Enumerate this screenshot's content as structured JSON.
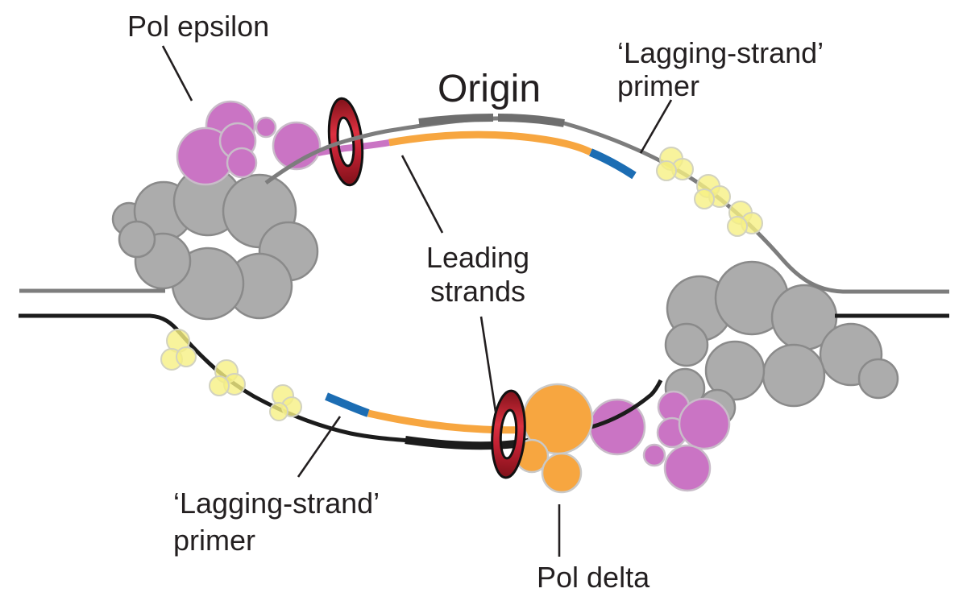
{
  "labels": {
    "pol_epsilon": "Pol epsilon",
    "origin": "Origin",
    "lagging_top": {
      "line1": "‘Lagging-strand’",
      "line2": "primer"
    },
    "leading": {
      "line1": "Leading",
      "line2": "strands"
    },
    "lagging_bottom": {
      "line1": "‘Lagging-strand’",
      "line2": "primer"
    },
    "pol_delta": "Pol delta"
  },
  "palette": {
    "text": "#231f20",
    "template_gray": "#7d7d7d",
    "origin_segment_gray": "#6e6e6e",
    "template_black": "#1c1c1c",
    "leading_strand_orange": "#f7a640",
    "primer_blue": "#1c6db3",
    "polymerase_magenta": "#ca74c4",
    "magenta_outline": "#c9bcc9",
    "helicase_gray": "#acacac",
    "helicase_outline": "#8a8a8a",
    "pol_delta_orange": "#f7a640",
    "pol_delta_outline": "#c9c9c9",
    "rpa_yellow": "#f6f083",
    "rpa_outline": "#d2d2c0",
    "clamp_red_bright": "#dc3040",
    "clamp_red_mid": "#c22133",
    "clamp_red_dark": "#7c1018",
    "clamp_outline": "#111111"
  }
}
